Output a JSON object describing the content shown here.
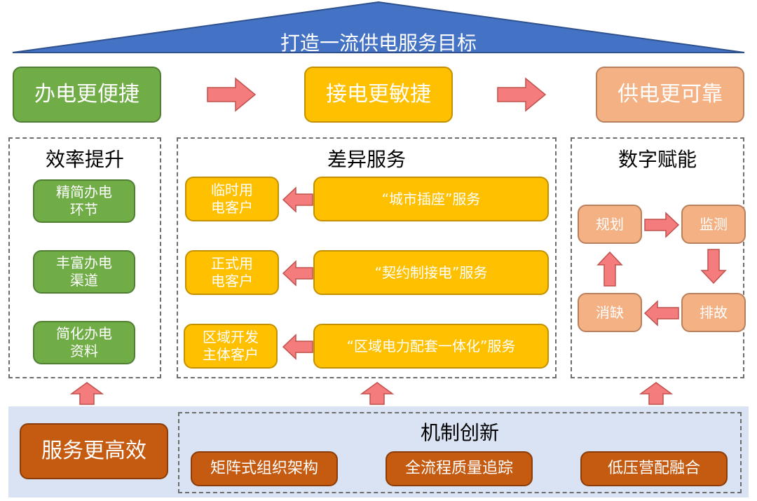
{
  "roof_title": "打造一流供电服务目标",
  "goals": {
    "left": "办电更便捷",
    "middle": "接电更敏捷",
    "right": "供电更可靠"
  },
  "efficiency": {
    "title": "效率提升",
    "items": [
      "精简办电\n环节",
      "丰富办电\n渠道",
      "简化办电\n资料"
    ]
  },
  "differentiated": {
    "title": "差异服务",
    "rows": [
      {
        "customer": "临时用\n电客户",
        "service": "“城市插座”服务"
      },
      {
        "customer": "正式用\n电客户",
        "service": "“契约制接电”服务"
      },
      {
        "customer": "区域开发\n主体客户",
        "service": "“区域电力配套一体化”服务"
      }
    ]
  },
  "digital": {
    "title": "数字赋能",
    "cycle": {
      "plan": "规划",
      "monitor": "监测",
      "troubleshoot": "排故",
      "fix": "消缺"
    }
  },
  "bottom": {
    "efficient": "服务更高效",
    "mechanism_title": "机制创新",
    "items": [
      "矩阵式组织架构",
      "全流程质量追踪",
      "低压营配融合"
    ]
  },
  "colors": {
    "roof": "#4472c4",
    "green": "#70ad47",
    "orange": "#ffc000",
    "peach": "#f4b183",
    "brown": "#c55a11",
    "arrow": "#f47c7c",
    "bottom_bg": "#dae3f3"
  }
}
